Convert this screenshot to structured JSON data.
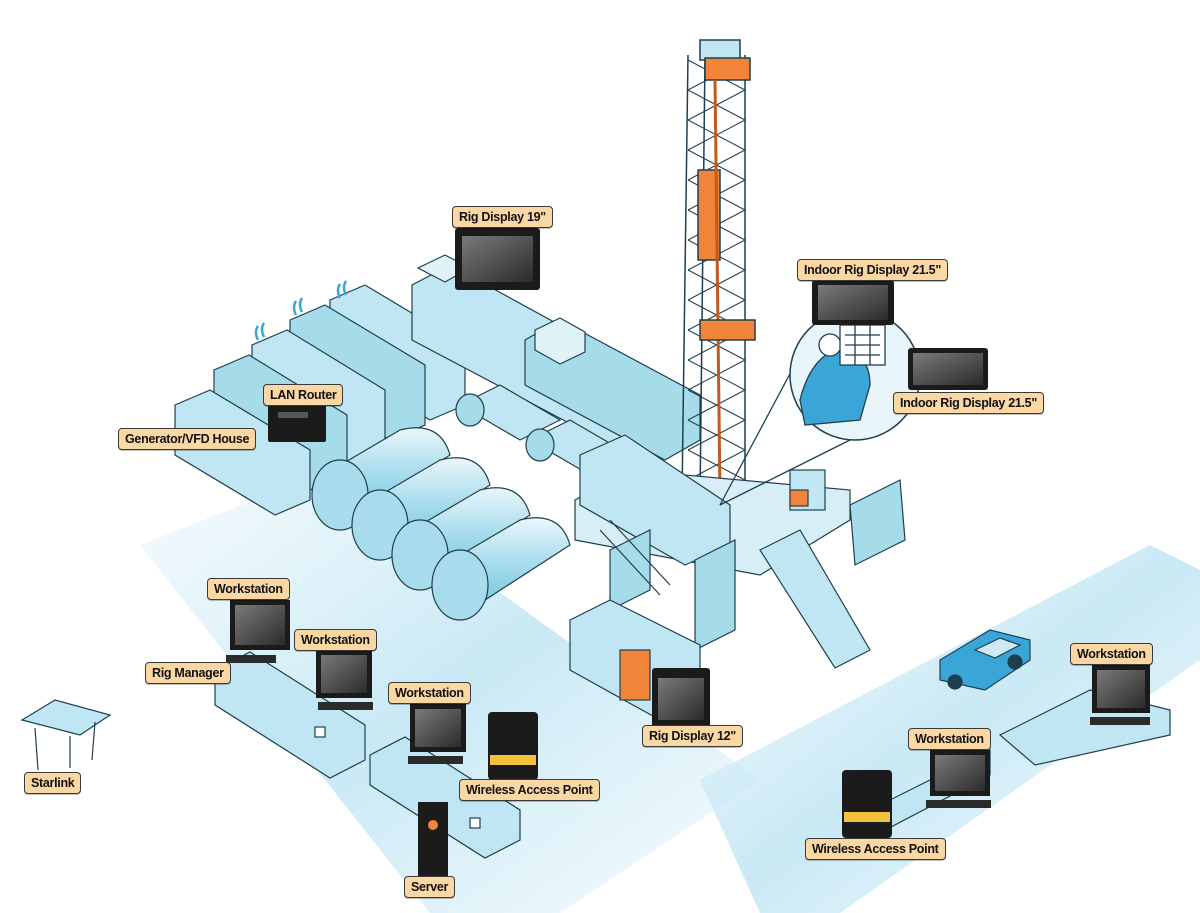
{
  "labels": {
    "rig_display_19": "Rig Display 19\"",
    "indoor_rig_display_a": "Indoor Rig Display 21.5\"",
    "indoor_rig_display_b": "Indoor Rig Display 21.5\"",
    "lan_router": "LAN Router",
    "generator_vfd_house": "Generator/VFD House",
    "workstation_1": "Workstation",
    "workstation_2": "Workstation",
    "workstation_3": "Workstation",
    "workstation_4": "Workstation",
    "workstation_5": "Workstation",
    "rig_manager": "Rig Manager",
    "starlink": "Starlink",
    "wireless_access_point_1": "Wireless Access Point",
    "wireless_access_point_2": "Wireless Access Point",
    "server": "Server",
    "rig_display_12": "Rig Display 12\""
  },
  "colors": {
    "building_fill": "#bfe6f2",
    "building_dark": "#7ccbe0",
    "outline": "#1f3f4f",
    "accent_orange": "#f2843a",
    "label_fill": "#fbd7a3",
    "road": "#d6eef7"
  }
}
